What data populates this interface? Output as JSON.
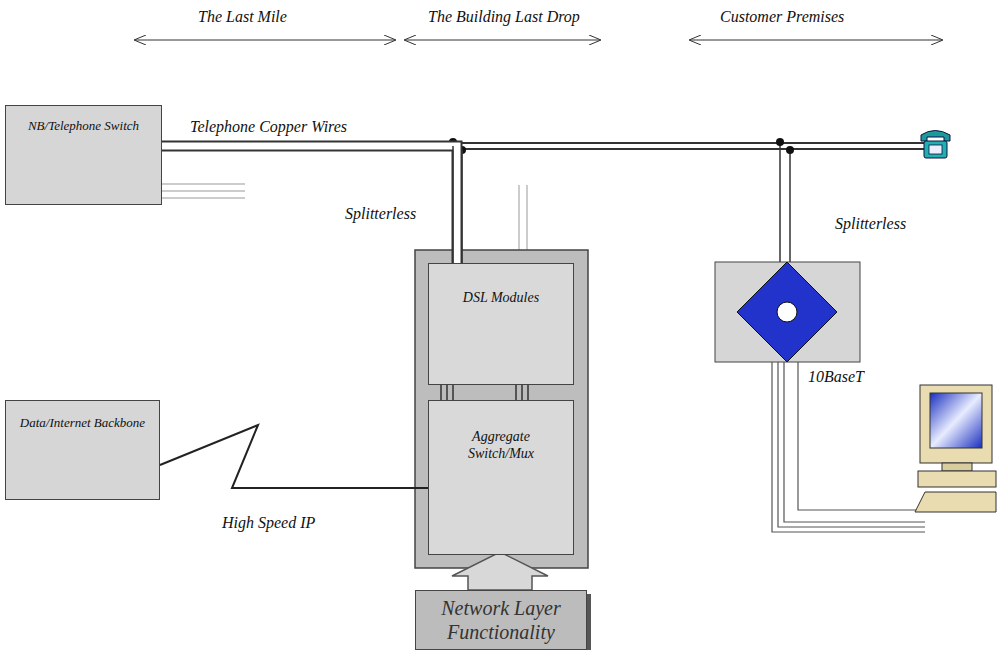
{
  "diagram": {
    "nodes": [
      {
        "text": [
          "NB/Telephone Switch"
        ]
      },
      {
        "text": [
          "DSL Modules"
        ]
      },
      {
        "text": [
          "Aggregate Switch/Mux"
        ]
      },
      {
        "text": [
          "Data/Internet Backbone"
        ]
      },
      {
        "text": [
          "Network Layer Functionality"
        ]
      }
    ],
    "edges": [
      {
        "from": 0,
        "to": 1,
        "arrow": "none"
      },
      {
        "from": 1,
        "to": 2,
        "arrow": "none"
      },
      {
        "from": 3,
        "to": 2,
        "label": "High Speed IP",
        "arrow": "none"
      }
    ],
    "labels": [
      "The Last Mile",
      "The Building Last Drop",
      "Customer Premises",
      "Telephone Copper Wires",
      "Splitterless",
      "Splitterless",
      "10BaseT"
    ]
  }
}
